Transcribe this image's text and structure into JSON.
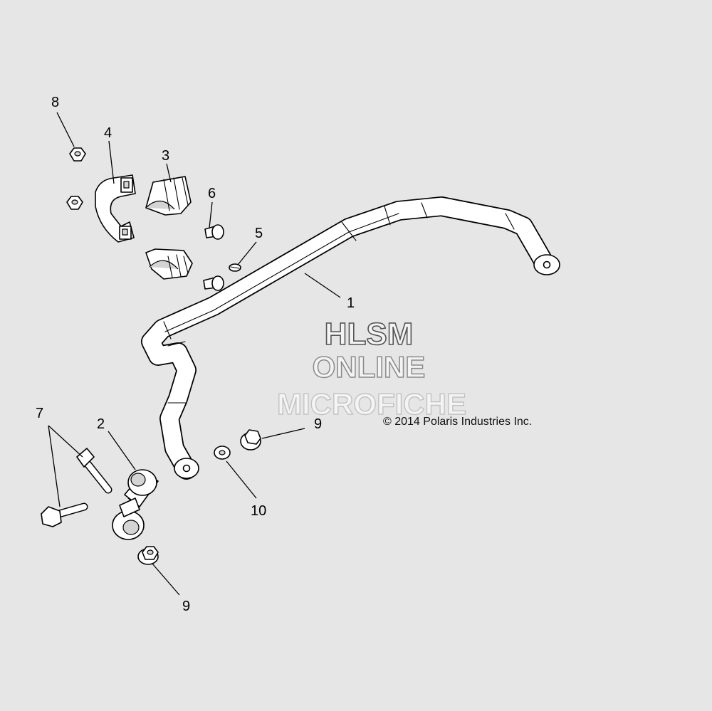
{
  "callouts": [
    "1",
    "2",
    "3",
    "4",
    "5",
    "6",
    "7",
    "8",
    "9",
    "9",
    "10"
  ],
  "watermark": {
    "line1": "HLSM",
    "line2": "ONLINE",
    "line3": "MICROFICHE"
  },
  "copyright": "© 2014 Polaris Industries Inc."
}
